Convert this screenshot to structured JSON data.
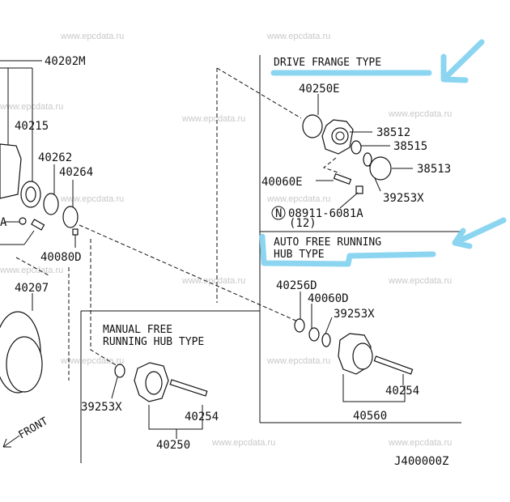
{
  "watermark": "www.epcdata.ru",
  "highlight_color": "#7fd0ef",
  "sections": {
    "drive_flange": "DRIVE FRANGE TYPE",
    "auto_free_1": "AUTO FREE RUNNING",
    "auto_free_2": "HUB TYPE",
    "manual_free_1": "MANUAL FREE",
    "manual_free_2": "RUNNING HUB TYPE"
  },
  "parts": {
    "p40202M": "40202M",
    "p40215": "40215",
    "p40262": "40262",
    "p40264": "40264",
    "p40080D": "40080D",
    "p40207": "40207",
    "p40250E": "40250E",
    "p38512": "38512",
    "p38515": "38515",
    "p38513": "38513",
    "p40060E": "40060E",
    "p39253X_a": "39253X",
    "p08911": "08911-6081A",
    "n_symbol": "N",
    "qty": "(12)",
    "p40256D": "40256D",
    "p40060D": "40060D",
    "p39253X_b": "39253X",
    "p40254_a": "40254",
    "p40560": "40560",
    "p39253X_c": "39253X",
    "p40254_b": "40254",
    "p40250": "40250",
    "front": "FRONT",
    "left_A": "A"
  },
  "diagram_code": "J400000Z"
}
